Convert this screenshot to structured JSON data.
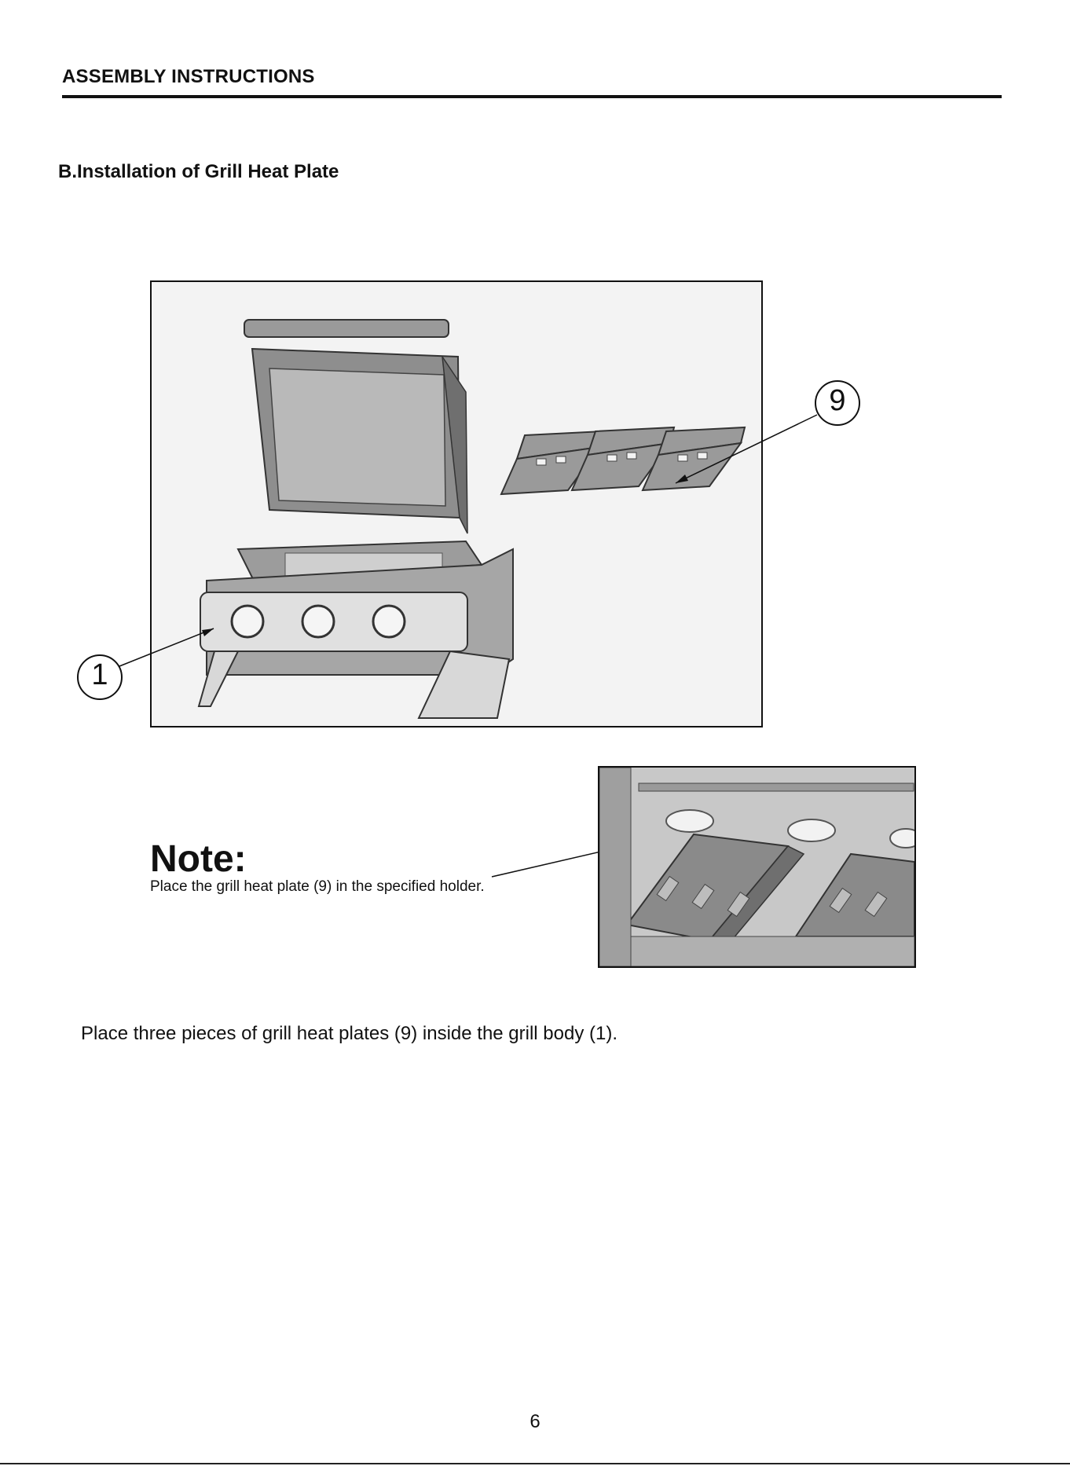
{
  "header": {
    "title": "ASSEMBLY INSTRUCTIONS"
  },
  "section": {
    "title": "B.Installation of Grill Heat Plate"
  },
  "figure1": {
    "callouts": [
      "9",
      "1"
    ]
  },
  "note": {
    "title": "Note:",
    "text": "Place the grill heat plate (9) in the specified holder."
  },
  "instruction": "Place three pieces of grill heat plates (9) inside the grill body (1).",
  "page_number": "6"
}
